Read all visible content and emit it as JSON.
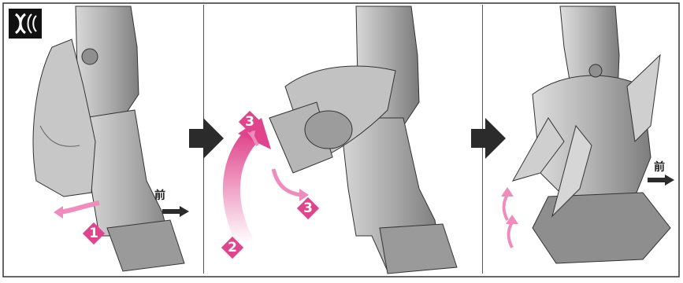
{
  "instruction": {
    "steps": {
      "s1": "1",
      "s2": "2",
      "s3a": "3",
      "s3b": "3"
    },
    "front_label_1": "前",
    "front_label_2": "前",
    "icons": {
      "mode_icon": "pose-change-icon",
      "next_arrow": "next-step-arrow-icon"
    },
    "colors": {
      "badge": "#e0458c",
      "arrow_pink": "#f08cbc",
      "part_gray": "#a9a9a9",
      "dark_arrow": "#2b2b2b"
    }
  }
}
